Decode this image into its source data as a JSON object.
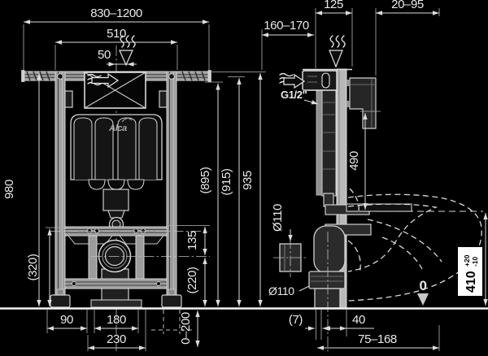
{
  "colors": {
    "background": "#000000",
    "line": "#dcdcdc",
    "text": "#e9e9e9",
    "metal_gray": "#9c9c9c",
    "wall_gray": "#b8b8b8",
    "dark_fill": "#262626",
    "highlight_box_bg": "#ffffff",
    "highlight_box_text": "#000000"
  },
  "logo": {
    "brand": "Alca"
  },
  "front_view": {
    "dims": {
      "rail_span": "830–1200",
      "frame_width": "510",
      "button_offset": "50",
      "frame_height": "980",
      "lower_height": "(320)",
      "bar_to_outlet": "135",
      "outlet_height": "(220)",
      "foot_inset": "90",
      "outlet_width": "180",
      "base_width": "230",
      "leg_adjust": "0–200",
      "height_a": "(895)",
      "height_b": "(915)",
      "height_c": "935"
    }
  },
  "side_view": {
    "dims": {
      "frame_depth": "125",
      "wall_thickness_range": "20–95",
      "button_depth_range": "160–170",
      "water_connection": "G1/2\"",
      "bracket_height": "490",
      "spare_outlet_dia": "Ø110",
      "drain_dia": "Ø110",
      "pipe_gap": "(7)",
      "drain_offset": "40",
      "drain_floor_range": "75–168",
      "seat_height": "410",
      "seat_tol_plus": "+20",
      "seat_tol_minus": "-10",
      "floor_reference": "0"
    }
  }
}
